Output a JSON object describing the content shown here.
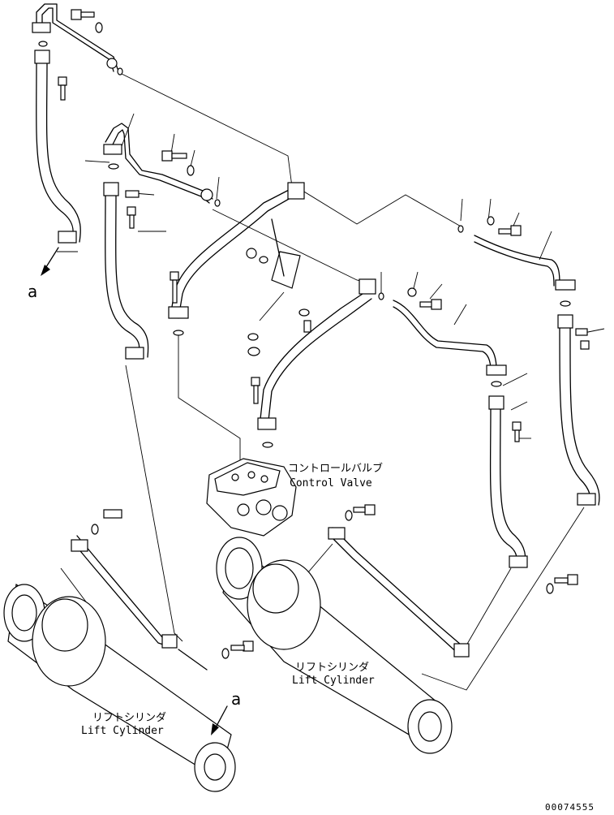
{
  "labels": {
    "control_valve_jp": "コントロールバルブ",
    "control_valve_en": "Control Valve",
    "lift_cylinder_right_jp": "リフトシリンダ",
    "lift_cylinder_right_en": "Lift Cylinder",
    "lift_cylinder_left_jp": "リフトシリンダ",
    "lift_cylinder_left_en": "Lift Cylinder",
    "ref_a_top": "a",
    "ref_a_bottom": "a"
  },
  "document_number": "00074555"
}
